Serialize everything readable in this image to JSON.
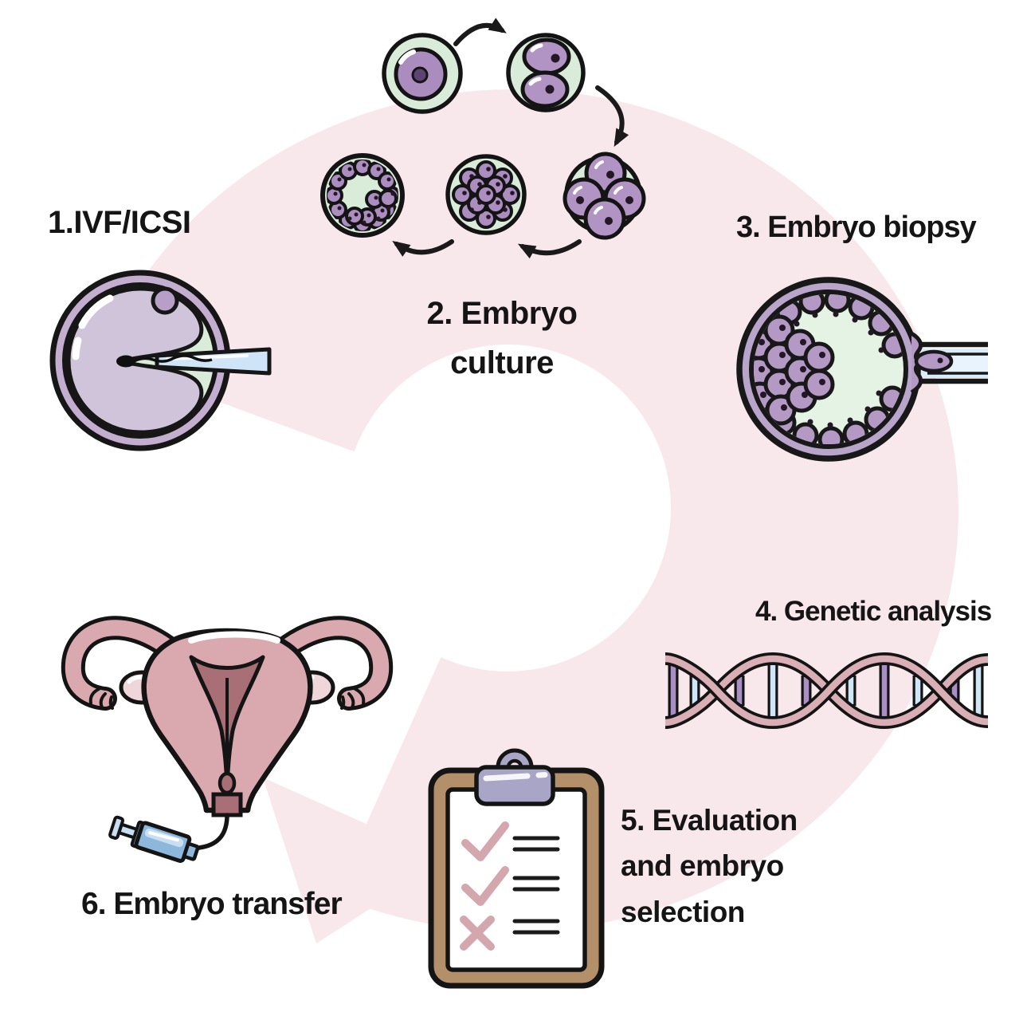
{
  "steps": [
    {
      "id": "step-1",
      "label": "1.IVF/ICSI",
      "illustration": "icsi-egg-injection"
    },
    {
      "id": "step-2",
      "label": "2. Embryo\nculture",
      "illustration": "embryo-culture-stages"
    },
    {
      "id": "step-3",
      "label": "3. Embryo biopsy",
      "illustration": "blastocyst-biopsy-pipette"
    },
    {
      "id": "step-4",
      "label": "4. Genetic analysis",
      "illustration": "dna-double-helix"
    },
    {
      "id": "step-5",
      "label": "5. Evaluation\nand embryo\nselection",
      "illustration": "checklist-clipboard"
    },
    {
      "id": "step-6",
      "label": "6. Embryo transfer",
      "illustration": "uterus-with-transfer-syringe"
    }
  ],
  "embryo_culture_stages": [
    "zygote",
    "two-cell",
    "four-cell",
    "morula",
    "early-blastocyst"
  ],
  "clipboard_checklist": {
    "rows": [
      {
        "mark": "check",
        "lines": 2
      },
      {
        "mark": "check",
        "lines": 2
      },
      {
        "mark": "cross",
        "lines": 2
      }
    ]
  },
  "palette": {
    "background": "#ffffff",
    "cycle_ring_pink": "#f8e7eb",
    "cell_green": "#d9ecda",
    "cell_purple": "#b294c4",
    "egg_cytoplasm": "#cfc4da",
    "zona_purple": "#c3aed0",
    "pipette_blue": "#cfe6f8",
    "dna_strand_pink": "#d9aeb5",
    "dna_rung_purple": "#a98fc5",
    "dna_rung_blue": "#cfe6f7",
    "uterus_pink": "#d9a9af",
    "uterus_cavity": "#a86f77",
    "ovary_pink": "#eed6da",
    "syringe_blue": "#8db8dc",
    "clipboard_tan": "#b3906a",
    "clip_lavender": "#a8a5c6",
    "checkmark_pink": "#d4a6ad",
    "outline_black": "#141414"
  }
}
